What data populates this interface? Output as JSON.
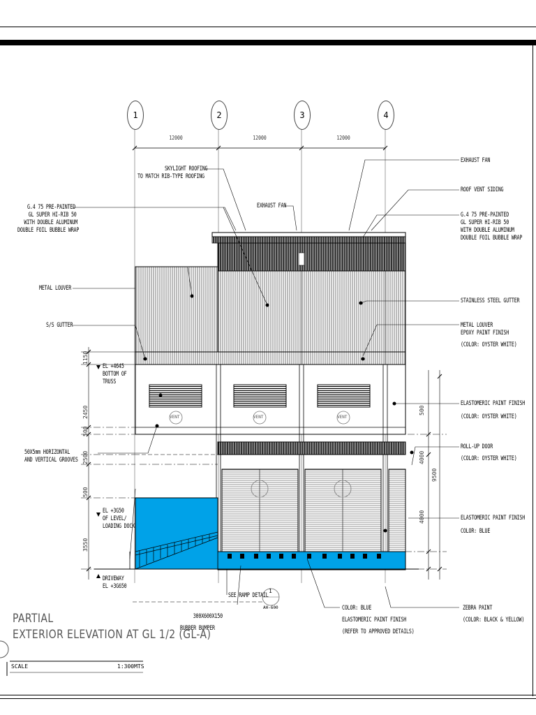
{
  "grid": [
    "1",
    "2",
    "3",
    "4"
  ],
  "spans": [
    "12000",
    "12000",
    "12000"
  ],
  "labels_left": {
    "metal_roof": [
      "G.4 75 PRE-PAINTED",
      "GL SUPER HI-RIB 50",
      "WITH DOUBLE ALUMINUM",
      "DOUBLE FOIL BUBBLE WRAP"
    ],
    "skylight": [
      "SKYLIGHT ROOFING",
      "TO MATCH RIB-TYPE ROOFING"
    ],
    "exhaust_fan": "EXHAUST FAN",
    "metal_louver": "METAL LOUVER",
    "ss_gutter": "S/S GUTTER",
    "grooves": [
      "50X5mm HORIZONTAL",
      "AND VERTICAL GROOVES"
    ],
    "el_truss": [
      "EL +4645",
      "BOTTOM OF",
      "TRUSS"
    ],
    "el_loading": [
      "EL +3G50",
      "OF LEVEL/",
      "LOADING DOCK"
    ],
    "el_driveway": [
      "DRIVEWAY",
      "EL +3G650"
    ]
  },
  "labels_right": {
    "exhaust_fan": "EXHAUST FAN",
    "roof_vent": "ROOF VENT SIDING",
    "metal_roof": [
      "G.4 75 PRE-PAINTED",
      "GL SUPER HI-RIB 50",
      "WITH DOUBLE ALUMINUM",
      "DOUBLE FOIL BUBBLE WRAP"
    ],
    "gutter": "STAINLESS STEEL GUTTER",
    "louver": [
      "METAL LOUVER",
      "EPOXY PAINT FINISH",
      "(COLOR: OYSTER WHITE)"
    ],
    "elastomeric1": [
      "ELASTOMERIC PAINT FINISH",
      "(COLOR: OYSTER WHITE)"
    ],
    "rollup": [
      "ROLL-UP DOOR",
      "(COLOR: OYSTER WHITE)"
    ],
    "elastomeric2": [
      "ELASTOMERIC PAINT FINISH",
      "COLOR: BLUE"
    ]
  },
  "labels_bottom": {
    "ramp": "SEE RAMP DETAIL",
    "bumper": [
      "300X600X150",
      "RUBBER BUMPER"
    ],
    "color_blue": [
      "COLOR: BLUE",
      "ELASTOMERIC PAINT FINISH",
      "(REFER TO APPROVED DETAILS)"
    ],
    "zebra": [
      "ZEBRA PAINT",
      "(COLOR: BLACK & YELLOW)"
    ],
    "ramp_ref": [
      "1",
      "AH-600"
    ]
  },
  "vent_label": "VENT",
  "vdims": [
    "1150",
    "2450",
    "500",
    "2500",
    "500",
    "3550"
  ],
  "vdims_right": [
    "500",
    "4000",
    "4000",
    "9500"
  ],
  "title": {
    "line1": "PARTIAL",
    "line2": "EXTERIOR ELEVATION AT GL 1/2 (GL-A)",
    "scale_label": "SCALE",
    "scale_value": "1:300MTS"
  },
  "colors": {
    "blue": "#00a2e8",
    "line": "#000000"
  }
}
